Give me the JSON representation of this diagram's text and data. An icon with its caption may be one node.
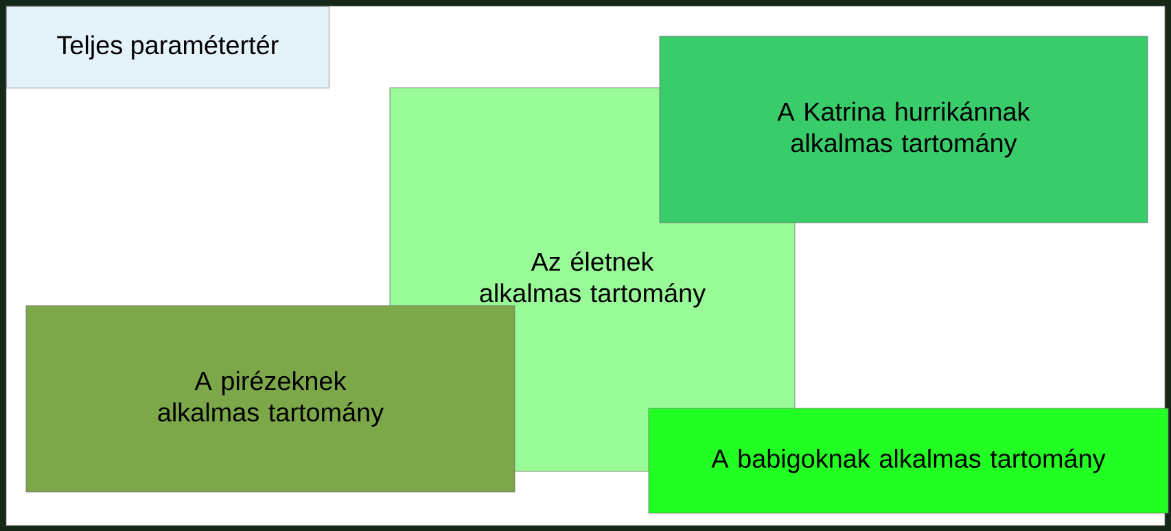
{
  "diagram": {
    "nodes": [
      {
        "text": [
          "Teljes paramétertér"
        ]
      },
      {
        "text": [
          "A Katrina hurrikánnak alkalmas tartomány"
        ],
        "in": 0
      },
      {
        "text": [
          "Az életnek alkalmas tartomány"
        ],
        "in": 0
      },
      {
        "text": [
          "A pirézeknek alkalmas tartomány"
        ],
        "in": 0
      },
      {
        "text": [
          "A babigoknak alkalmas tartomány"
        ],
        "in": 0
      }
    ]
  }
}
